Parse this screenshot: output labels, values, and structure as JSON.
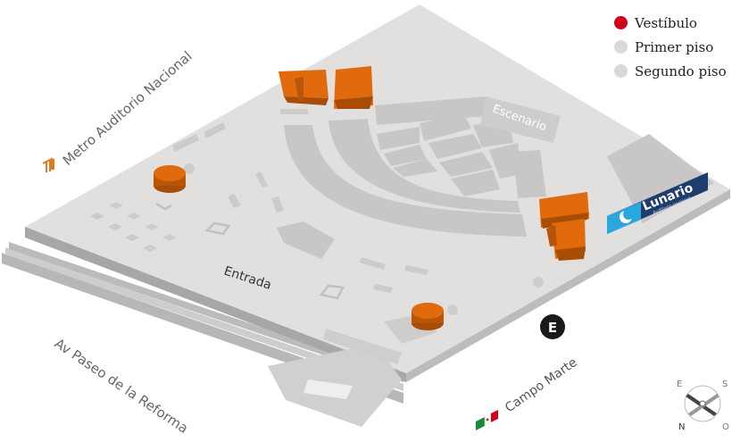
{
  "legend": [
    {
      "label": "Vestíbulo",
      "color": "#d0021b"
    },
    {
      "label": "Primer piso",
      "color": "#d9d9d9"
    },
    {
      "label": "Segundo piso",
      "color": "#d9d9d9"
    }
  ],
  "labels": {
    "metro": "Metro Auditorio Nacional",
    "entrance": "Entrada",
    "avenue": "Av Paseo de la Reforma",
    "campo": "Campo Marte",
    "stage": "Escenario",
    "brand": "Lunario",
    "brand_sub": "Auditorio nacional",
    "e_marker": "E"
  },
  "compass": {
    "n": "N",
    "s": "S",
    "e": "E",
    "o": "O"
  },
  "colors": {
    "building": "#e06a0c",
    "metro_icon": "#e07b1a",
    "brand_bg": "#1d3d6e",
    "brand_accent": "#2aa7df",
    "platform": "#e2e0df",
    "seating": "#c9c7c6"
  },
  "icons": [
    "metro-icon",
    "compass-icon",
    "mexico-flag-icon",
    "moon-icon"
  ]
}
